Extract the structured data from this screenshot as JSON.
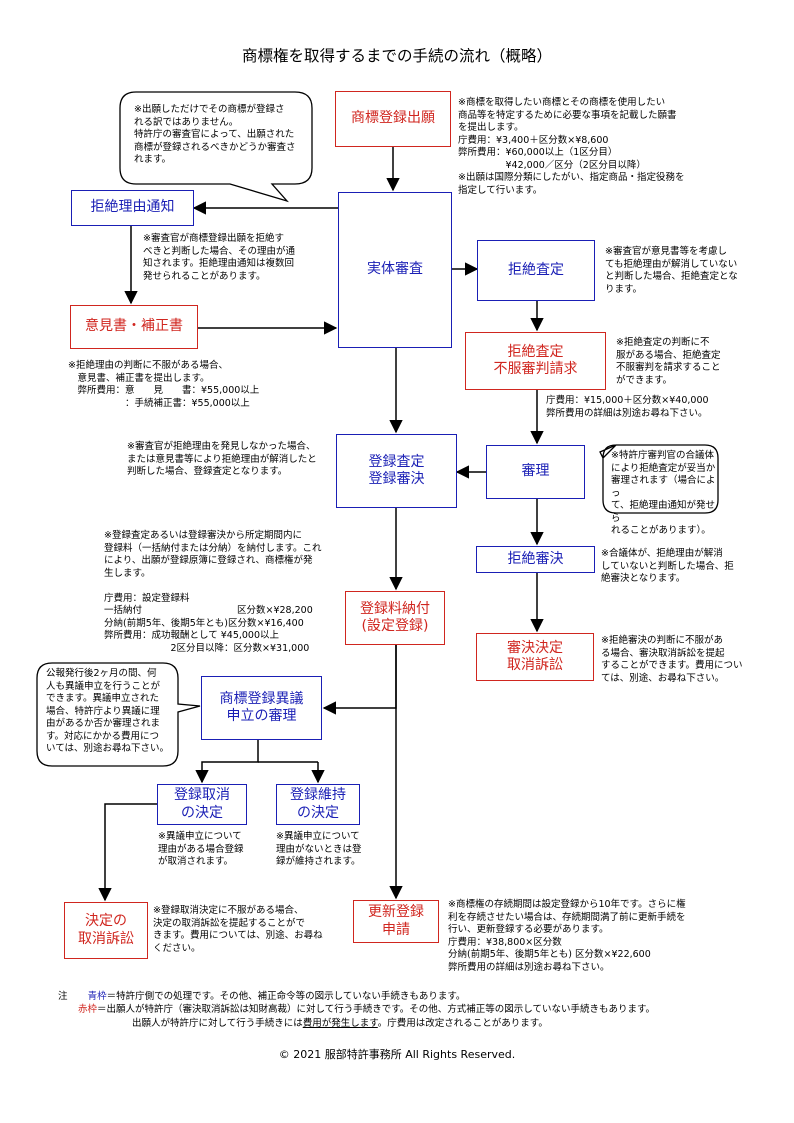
{
  "title": "商標権を取得するまでの手続の流れ（概略）",
  "boxes": {
    "application": "商標登録出願",
    "rejection_notice": "拒絶理由通知",
    "opinion_amendment": "意見書・補正書",
    "substantive_exam": "実体審査",
    "rejection_decision": "拒絶査定",
    "appeal_request": "拒絶査定\n不服審判請求",
    "trial": "審理",
    "registration_decision": "登録査定\n登録審決",
    "rejection_trial_decision": "拒絶審決",
    "revocation_suit": "審決決定\n取消訴訟",
    "fee_payment": "登録料納付\n(設定登録)",
    "opposition": "商標登録異議\n申立の審理",
    "cancel_decision": "登録取消\nの決定",
    "maintain_decision": "登録維持\nの決定",
    "decision_suit": "決定の\n取消訴訟",
    "renewal": "更新登録\n申請"
  },
  "notes": {
    "bubble_top": "※出願しただけでその商標が登録さ\nれる訳ではありません。\n特許庁の審査官によって、出願された\n商標が登録されるべきかどうか審査さ\nれます。",
    "application_note": "※商標を取得したい商標とその商標を使用したい\n商品等を特定するために必要な事項を記載した願書\nを提出します。\n庁費用：¥3,400＋区分数×¥8,600\n弊所費用：¥60,000以上（1区分目）\n　　　　　¥42,000／区分（2区分目以降）\n※出願は国際分類にしたがい、指定商品・指定役務を\n指定して行います。",
    "rejection_notice_note": "※審査官が商標登録出願を拒絶す\nべきと判断した場合、その理由が通\n知されます。拒絶理由通知は複数回\n発せられることがあります。",
    "opinion_note": "※拒絶理由の判断に不服がある場合、\n　意見書、補正書を提出します。\n　弊所費用：意　　見　　書：¥55,000以上\n　　　　　　：手続補正書：¥55,000以上",
    "rejection_decision_note": "※審査官が意見書等を考慮し\nても拒絶理由が解消していない\nと判断した場合、拒絶査定とな\nります。",
    "appeal_note": "※拒絶査定の判断に不\n服がある場合、拒絶査定\n不服審判を請求すること\nができます。",
    "appeal_fee": "庁費用：¥15,000＋区分数×¥40,000\n弊所費用の詳細は別途お尋ね下さい。",
    "registration_note": "※審査官が拒絶理由を発見しなかった場合、\nまたは意見書等により拒絶理由が解消したと\n判断した場合、登録査定となります。",
    "trial_bubble": "※特許庁審判官の合議体\nにより拒絶査定が妥当か\n審理されます（場合によっ\nて、拒絶理由通知が発せら\nれることがあります）。",
    "fee_note": "※登録査定あるいは登録審決から所定期間内に\n登録料（一括納付または分納）を納付します。これ\nにより、出願が登録原簿に登録され、商標権が発\n生します。\n\n庁費用：設定登録料\n一括納付　　　　　　　　　　区分数×¥28,200\n分納(前期5年、後期5年とも)区分数×¥16,400\n弊所費用：成功報酬として ¥45,000以上\n　　　　　　　2区分目以降：区分数×¥31,000",
    "rejection_trial_note": "※合議体が、拒絶理由が解消\nしていないと判断した場合、拒\n絶審決となります。",
    "suit_note": "※拒絶審決の判断に不服があ\nる場合、審決取消訴訟を提起\nすることができます。費用につい\nては、別途、お尋ね下さい。",
    "opposition_bubble": "公報発行後2ヶ月の間、何\n人も異議申立を行うことが\nできます。異議申立された\n場合、特許庁より異議に理\n由があるか否か審理されま\nす。対応にかかる費用につ\nいては、別途お尋ね下さい。",
    "cancel_note": "※異議申立について\n理由がある場合登録\nが取消されます。",
    "maintain_note": "※異議申立について\n理由がないときは登\n録が維持されます。",
    "decision_suit_note": "※登録取消決定に不服がある場合、\n決定の取消訴訟を提起することがで\nきます。費用については、別途、お尋ね\nください。",
    "renewal_note": "※商標権の存続期間は設定登録から10年です。さらに権\n利を存続させたい場合は、存続期間満了前に更新手続を\n行い、更新登録する必要があります。\n庁費用：¥38,800×区分数\n分納(前期5年、後期5年とも) 区分数×¥22,600\n弊所費用の詳細は別途お尋ね下さい。"
  },
  "footer": {
    "note_mark": "注",
    "blue_label": "青枠",
    "blue_text": "＝特許庁側での処理です。その他、補正命令等の図示していない手続きもあります。",
    "red_label": "赤枠",
    "red_text": "＝出願人が特許庁（審決取消訴訟は知財高裁）に対して行う手続きです。その他、方式補正等の図示していない手続きもあります。",
    "line3_a": "出願人が特許庁に対して行う手続きには",
    "line3_b": "費用が発生します",
    "line3_c": "。庁費用は改定されることがあります。",
    "copyright": "© 2021 服部特許事務所 All Rights Reserved."
  },
  "colors": {
    "blue": "#1a1fb5",
    "red": "#d0261f"
  }
}
